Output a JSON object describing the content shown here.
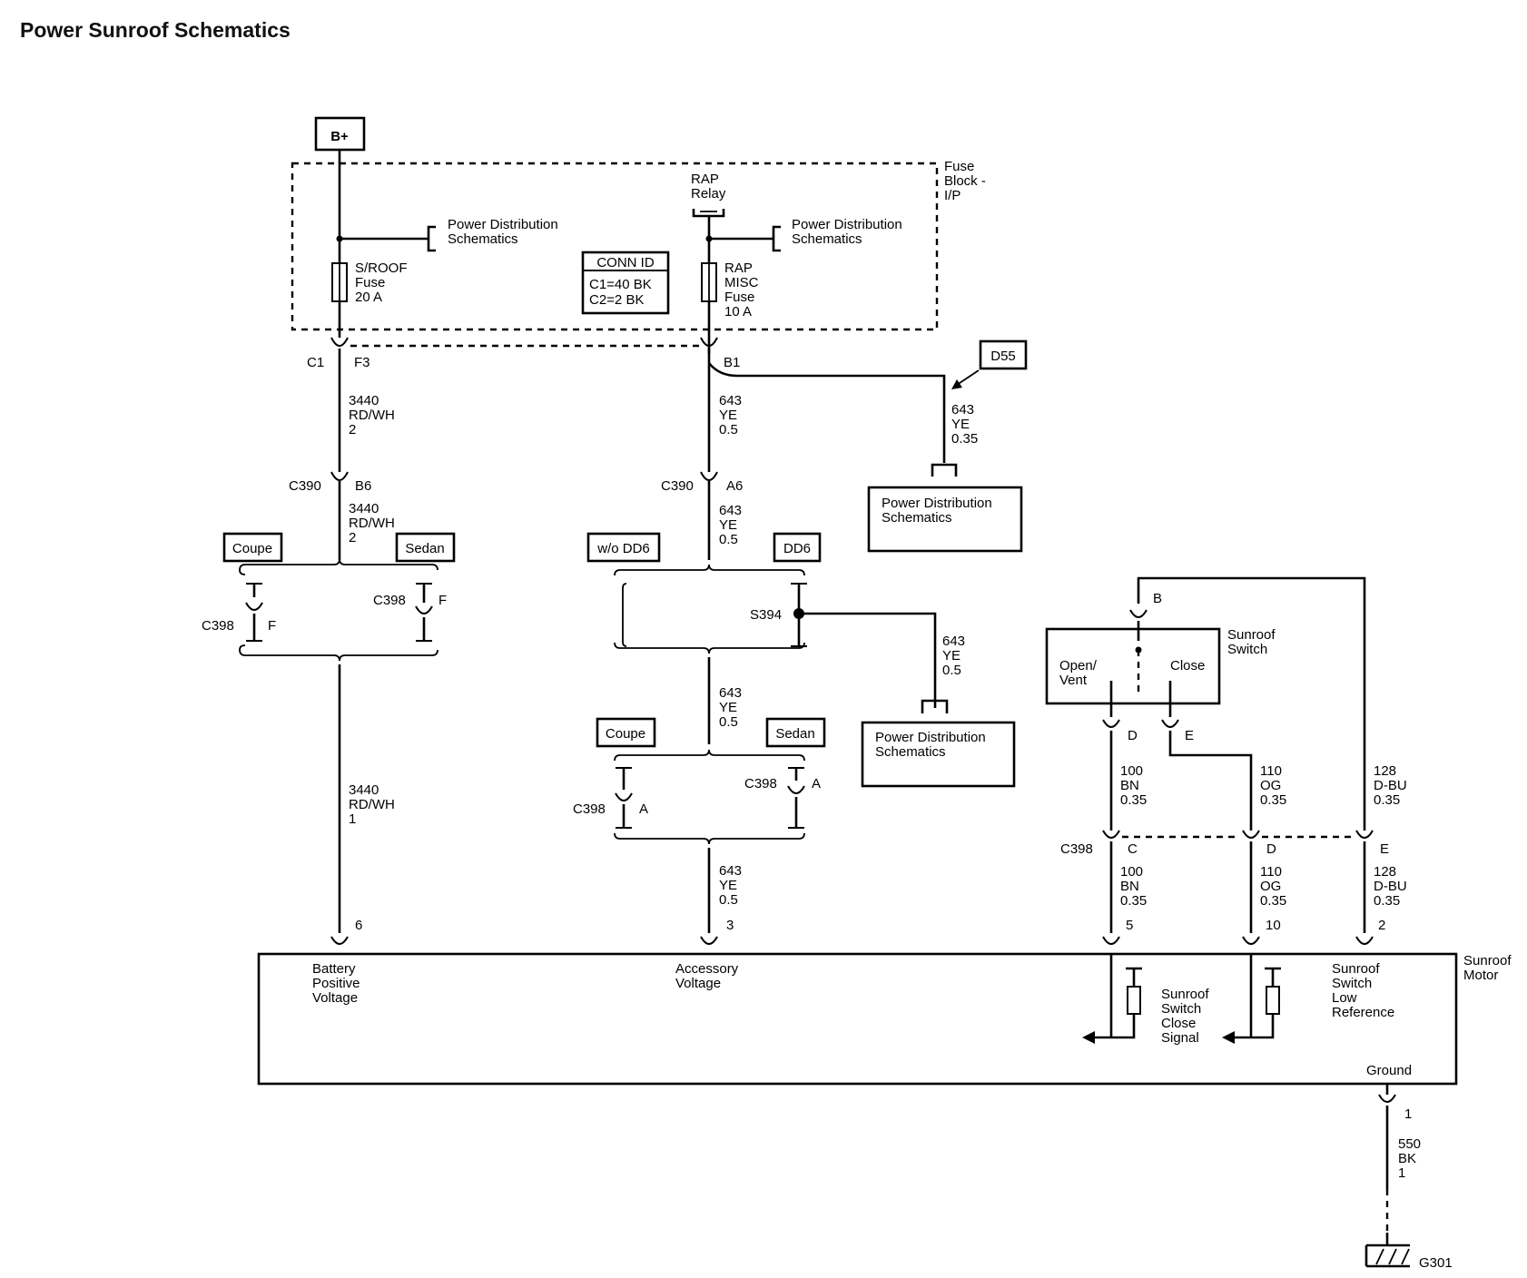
{
  "page_title": "Power Sunroof Schematics",
  "power_source": "B+",
  "fuse_block": {
    "label": [
      "Fuse",
      "Block -",
      "I/P"
    ]
  },
  "pds": "Power Distribution Schematics",
  "pds_lines": [
    "Power Distribution",
    "Schematics"
  ],
  "rap_relay": [
    "RAP",
    "Relay"
  ],
  "sroof_fuse": [
    "S/ROOF",
    "Fuse",
    "20 A"
  ],
  "rap_fuse": [
    "RAP",
    "MISC",
    "Fuse",
    "10 A"
  ],
  "conn_id": {
    "title": "CONN ID",
    "rows": [
      "C1=40 BK",
      "C2=2 BK"
    ]
  },
  "connectors": {
    "c1": "C1",
    "f3": "F3",
    "b1": "B1",
    "c390": "C390",
    "b6": "B6",
    "a6": "A6",
    "c398": "C398",
    "f": "F",
    "a": "A",
    "s394": "S394",
    "sw_b": "B",
    "sw_d": "D",
    "sw_e": "E",
    "c398_c": "C",
    "c398_d": "D",
    "c398_e": "E",
    "pin6": "6",
    "pin3": "3",
    "pin5": "5",
    "pin10": "10",
    "pin2": "2",
    "pin1": "1"
  },
  "option_labels": {
    "coupe": "Coupe",
    "sedan": "Sedan",
    "wo_dd6": "w/o DD6",
    "dd6": "DD6",
    "d55": "D55"
  },
  "wires": {
    "w3440_2": [
      "3440",
      "RD/WH",
      "2"
    ],
    "w3440_1": [
      "3440",
      "RD/WH",
      "1"
    ],
    "w643_05": [
      "643",
      "YE",
      "0.5"
    ],
    "w643_035": [
      "643",
      "YE",
      "0.35"
    ],
    "w100": [
      "100",
      "BN",
      "0.35"
    ],
    "w110": [
      "110",
      "OG",
      "0.35"
    ],
    "w128": [
      "128",
      "D-BU",
      "0.35"
    ],
    "w550": [
      "550",
      "BK",
      "1"
    ]
  },
  "switch": {
    "name": [
      "Sunroof",
      "Switch"
    ],
    "open_vent": [
      "Open/",
      "Vent"
    ],
    "close": "Close"
  },
  "motor": {
    "name": [
      "Sunroof",
      "Motor"
    ],
    "battery": [
      "Battery",
      "Positive",
      "Voltage"
    ],
    "accessory": [
      "Accessory",
      "Voltage"
    ],
    "close_signal": [
      "Sunroof",
      "Switch",
      "Close",
      "Signal"
    ],
    "low_ref": [
      "Sunroof",
      "Switch",
      "Low",
      "Reference"
    ],
    "ground": "Ground"
  },
  "ground_id": "G301"
}
